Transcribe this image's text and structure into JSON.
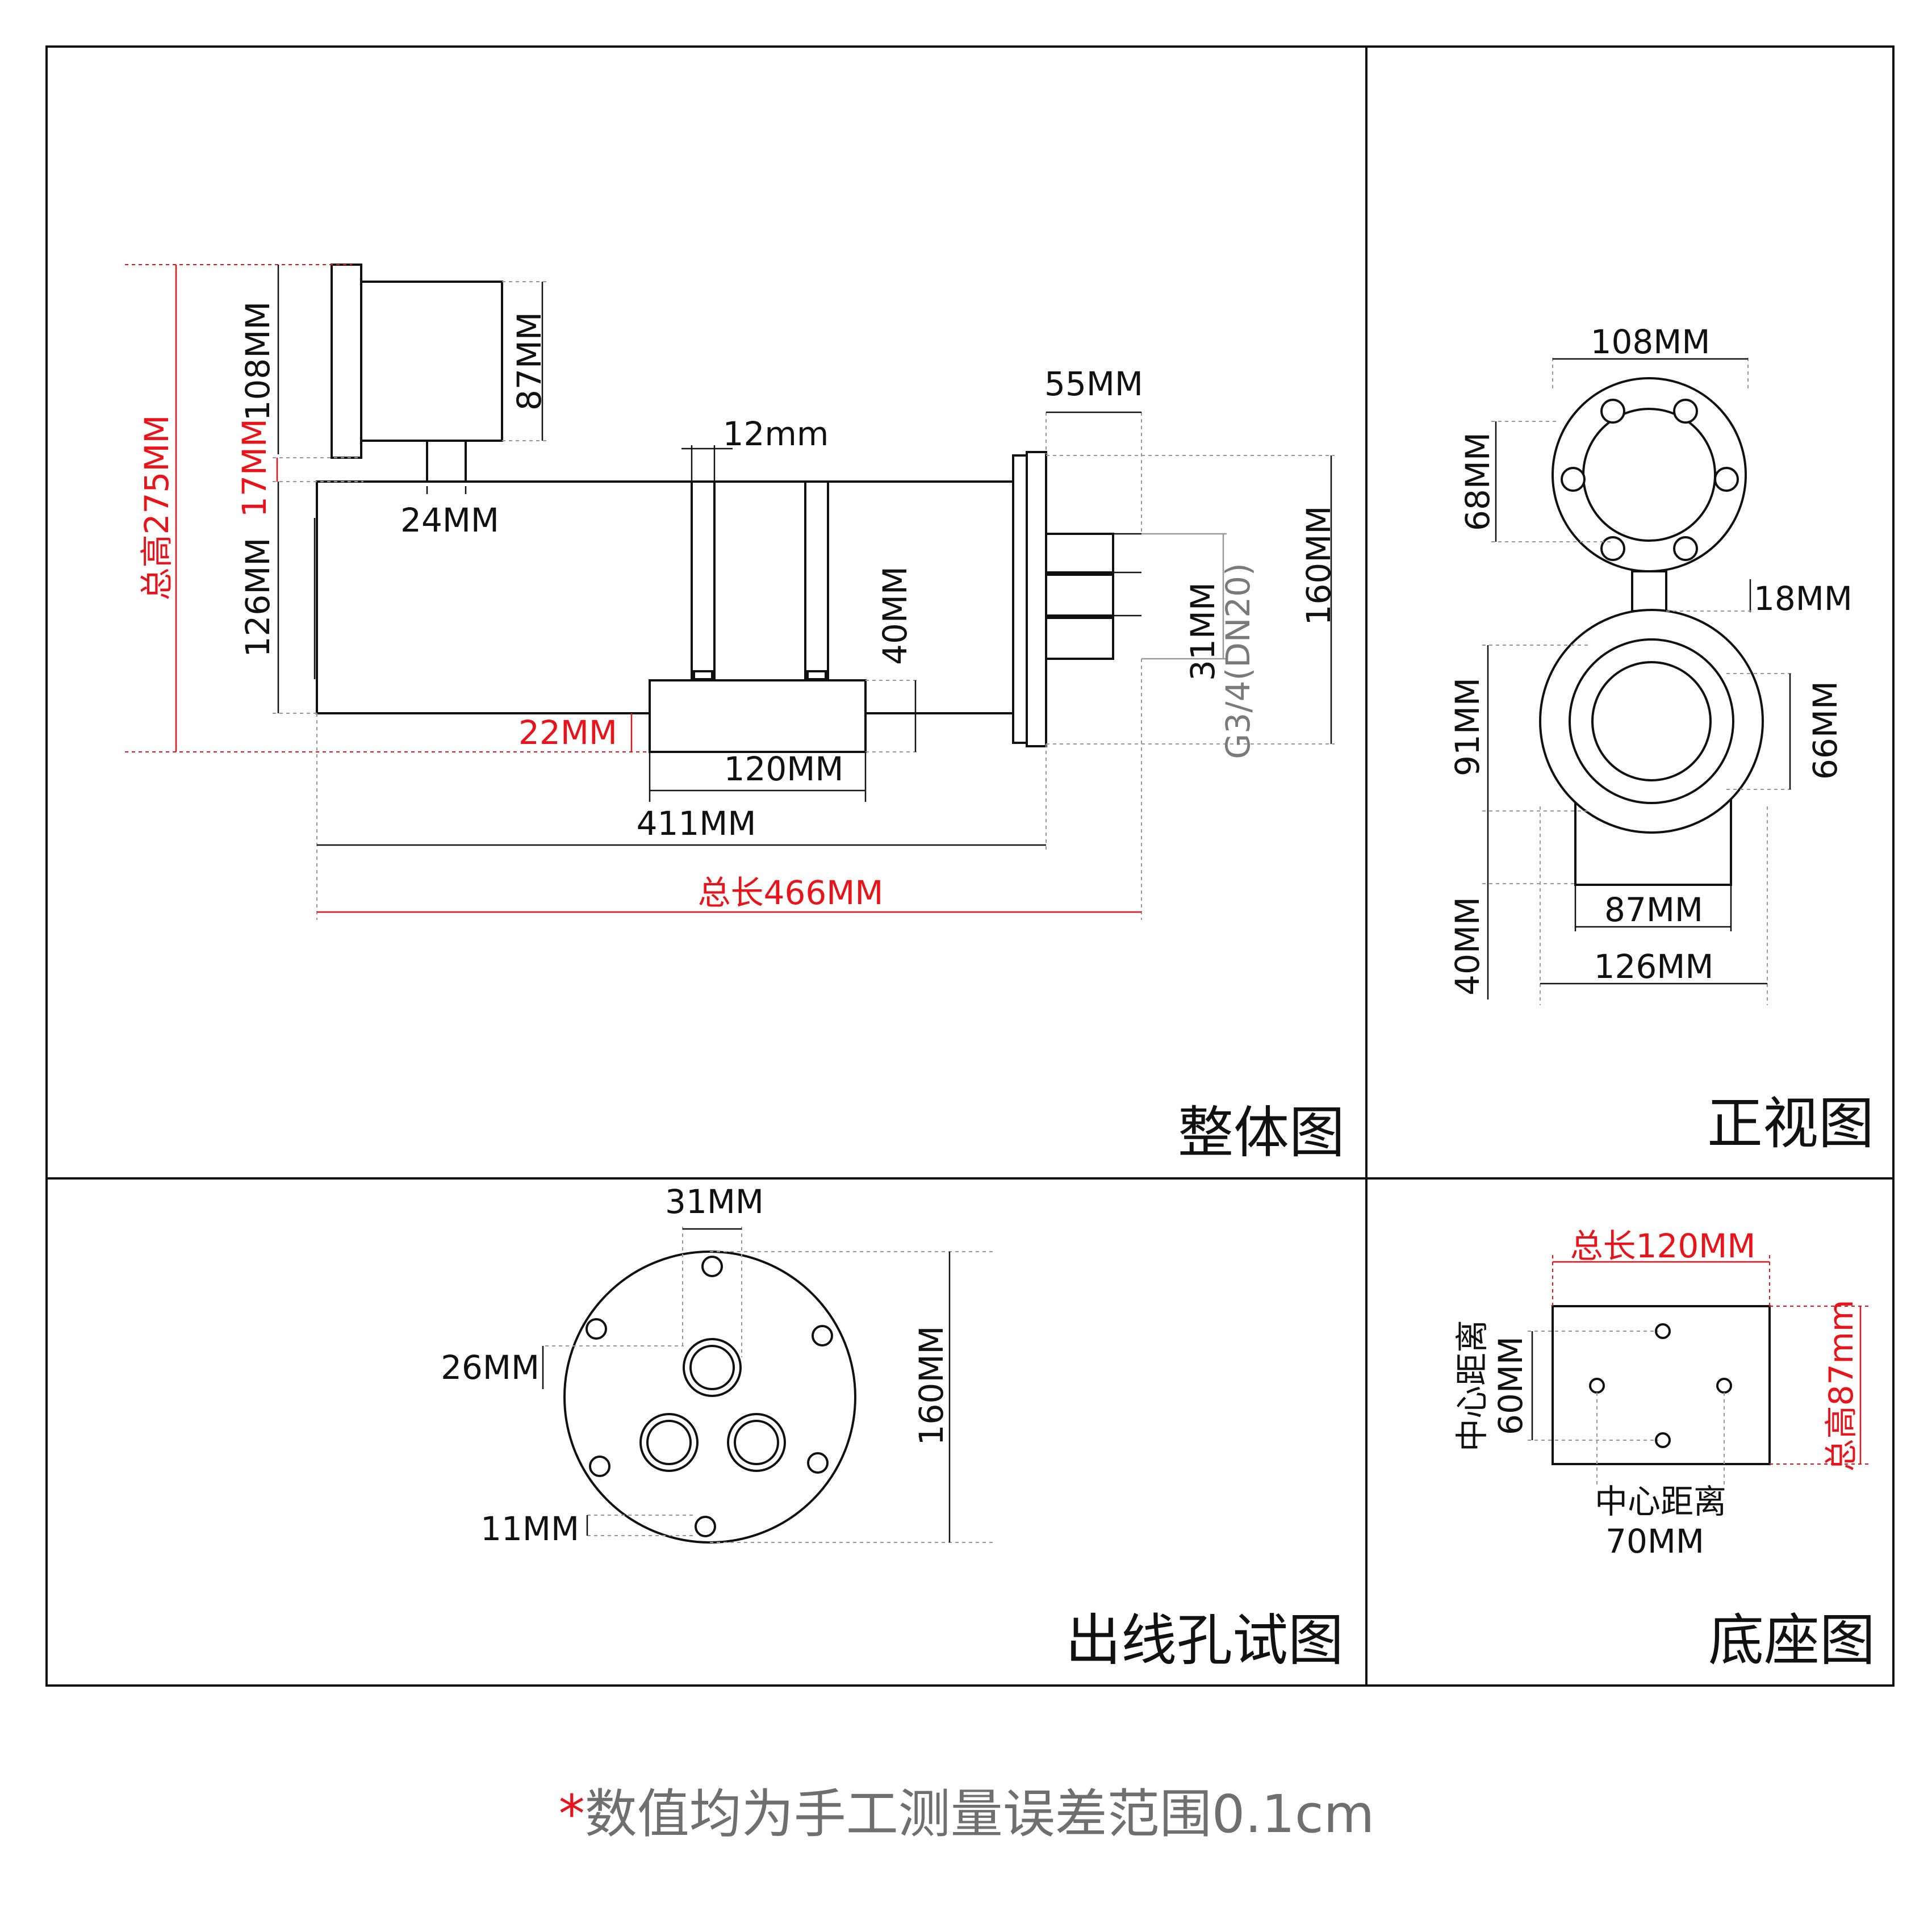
{
  "panels": {
    "overall": "整体图",
    "front": "正视图",
    "outlet": "出线孔试图",
    "base": "底座图"
  },
  "overall_dims": {
    "total_height": "总高275MM",
    "d108": "108MM",
    "d87": "87MM",
    "d17": "17MM",
    "d24": "24MM",
    "d126": "126MM",
    "d12": "12mm",
    "d55": "55MM",
    "d40": "40MM",
    "d160": "160MM",
    "d31": "31MM",
    "thread": "G3/4(DN20)",
    "d22": "22MM",
    "d120": "120MM",
    "d411": "411MM",
    "total_length": "总长466MM"
  },
  "front_dims": {
    "d108": "108MM",
    "d68": "68MM",
    "d18": "18MM",
    "d91": "91MM",
    "d66": "66MM",
    "d87": "87MM",
    "d40": "40MM",
    "d126": "126MM"
  },
  "outlet_dims": {
    "d31": "31MM",
    "d26": "26MM",
    "d160": "160MM",
    "d11": "11MM"
  },
  "base_dims": {
    "total_length": "总长120MM",
    "total_height": "总高87mm",
    "center_dist_label": "中心距离",
    "d60": "60MM",
    "d70": "70MM"
  },
  "footnote": {
    "star": "*",
    "text": "数值均为手工测量误差范围0.1cm"
  }
}
